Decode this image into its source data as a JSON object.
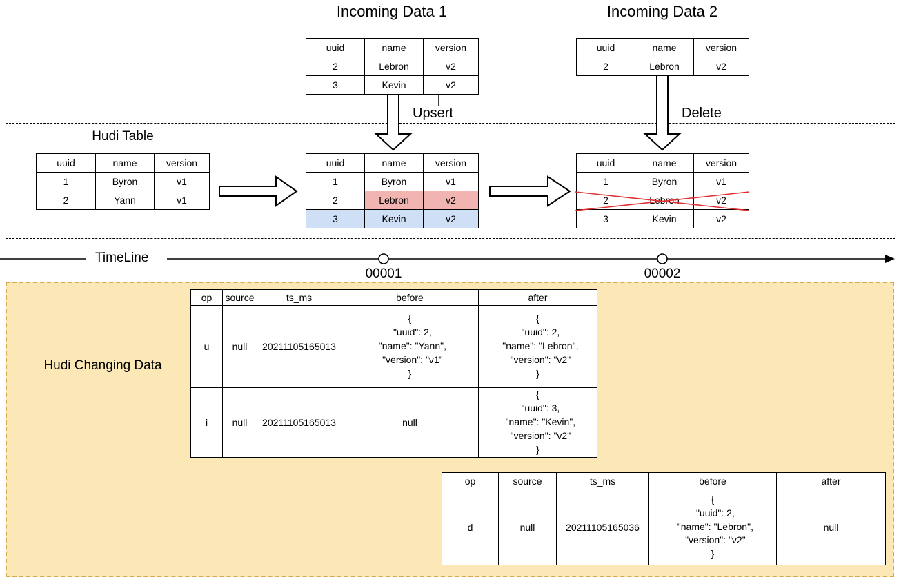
{
  "incoming1": {
    "title": "Incoming Data 1",
    "headers": [
      "uuid",
      "name",
      "version"
    ],
    "rows": [
      [
        "2",
        "Lebron",
        "v2"
      ],
      [
        "3",
        "Kevin",
        "v2"
      ]
    ]
  },
  "incoming2": {
    "title": "Incoming Data 2",
    "headers": [
      "uuid",
      "name",
      "version"
    ],
    "rows": [
      [
        "2",
        "Lebron",
        "v2"
      ]
    ]
  },
  "labels": {
    "upsert": "Upsert",
    "delete": "Delete",
    "hudi_table": "Hudi Table",
    "timeline": "TimeLine",
    "commit1": "00001",
    "commit2": "00002",
    "changing": "Hudi Changing Data"
  },
  "hudi_initial": {
    "headers": [
      "uuid",
      "name",
      "version"
    ],
    "rows": [
      [
        "1",
        "Byron",
        "v1"
      ],
      [
        "2",
        "Yann",
        "v1"
      ]
    ]
  },
  "hudi_after_upsert": {
    "headers": [
      "uuid",
      "name",
      "version"
    ],
    "rows": [
      [
        "1",
        "Byron",
        "v1"
      ],
      [
        "2",
        "Lebron",
        "v2"
      ],
      [
        "3",
        "Kevin",
        "v2"
      ]
    ]
  },
  "hudi_after_delete": {
    "headers": [
      "uuid",
      "name",
      "version"
    ],
    "rows": [
      [
        "1",
        "Byron",
        "v1"
      ],
      [
        "2",
        "Lebron",
        "v2"
      ],
      [
        "3",
        "Kevin",
        "v2"
      ]
    ]
  },
  "cdc1": {
    "headers": [
      "op",
      "source",
      "ts_ms",
      "before",
      "after"
    ],
    "rows": [
      [
        "u",
        "null",
        "20211105165013",
        "{\n  \"uuid\": 2,\n  \"name\": \"Yann\",\n  \"version\": \"v1\"\n}",
        "{\n  \"uuid\": 2,\n  \"name\": \"Lebron\",\n  \"version\": \"v2\"\n}"
      ],
      [
        "i",
        "null",
        "20211105165013",
        "null",
        "{\n  \"uuid\": 3,\n  \"name\": \"Kevin\",\n  \"version\": \"v2\"\n}"
      ]
    ]
  },
  "cdc2": {
    "headers": [
      "op",
      "source",
      "ts_ms",
      "before",
      "after"
    ],
    "rows": [
      [
        "d",
        "null",
        "20211105165036",
        "{\n  \"uuid\": 2,\n  \"name\": \"Lebron\",\n  \"version\": \"v2\"\n}",
        "null"
      ]
    ]
  },
  "colors": {
    "highlight_red": "#f1b4b1",
    "highlight_red_border": "#b85450",
    "highlight_blue": "#cfdff6",
    "highlight_blue_border": "#6c8ebf",
    "box_yellow": "#fce8b7",
    "box_yellow_border": "#d6a850",
    "cross_red": "#e03030"
  }
}
